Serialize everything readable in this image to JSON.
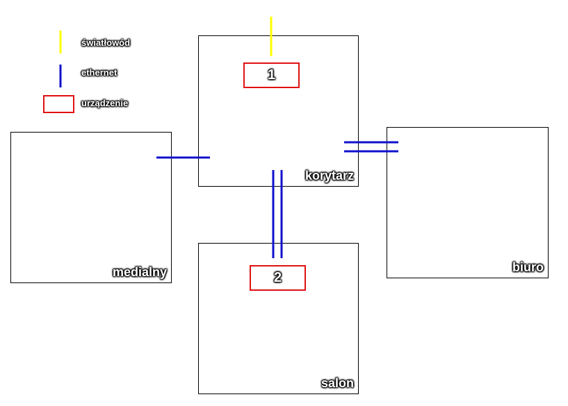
{
  "legend": {
    "fiber_label": "światłowód",
    "ethernet_label": "ethernet",
    "device_label": "urządzenie",
    "fiber_color": "#ffff00",
    "ethernet_color": "#1010cc",
    "device_color": "#e01010"
  },
  "rooms": {
    "korytarz": "korytarz",
    "medialny": "medialny",
    "biuro": "biuro",
    "salon": "salon"
  },
  "devices": {
    "device_1": "1",
    "device_2": "2"
  }
}
